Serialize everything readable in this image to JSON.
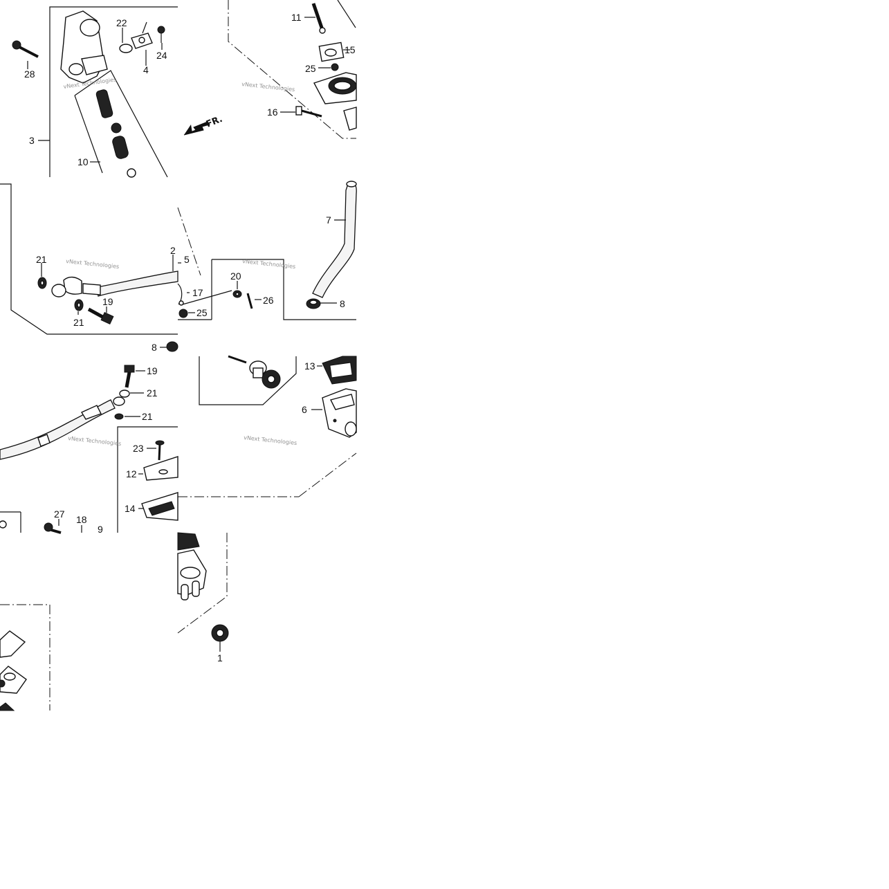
{
  "diagram": {
    "callouts": {
      "c1": "1",
      "c2": "2",
      "c3": "3",
      "c4": "4",
      "c5": "5",
      "c6": "6",
      "c7": "7",
      "c8a": "8",
      "c8b": "8",
      "c9": "9",
      "c10": "10",
      "c11": "11",
      "c12": "12",
      "c13": "13",
      "c14": "14",
      "c15": "15",
      "c16": "16",
      "c17": "17",
      "c18": "18",
      "c19a": "19",
      "c19b": "19",
      "c20": "20",
      "c21a": "21",
      "c21b": "21",
      "c21c": "21",
      "c21d": "21",
      "c22": "22",
      "c23": "23",
      "c24": "24",
      "c25a": "25",
      "c25b": "25",
      "c26": "26",
      "c27": "27",
      "c28": "28"
    },
    "front_arrow_label": "FR.",
    "watermark": "vNext Technologies"
  }
}
